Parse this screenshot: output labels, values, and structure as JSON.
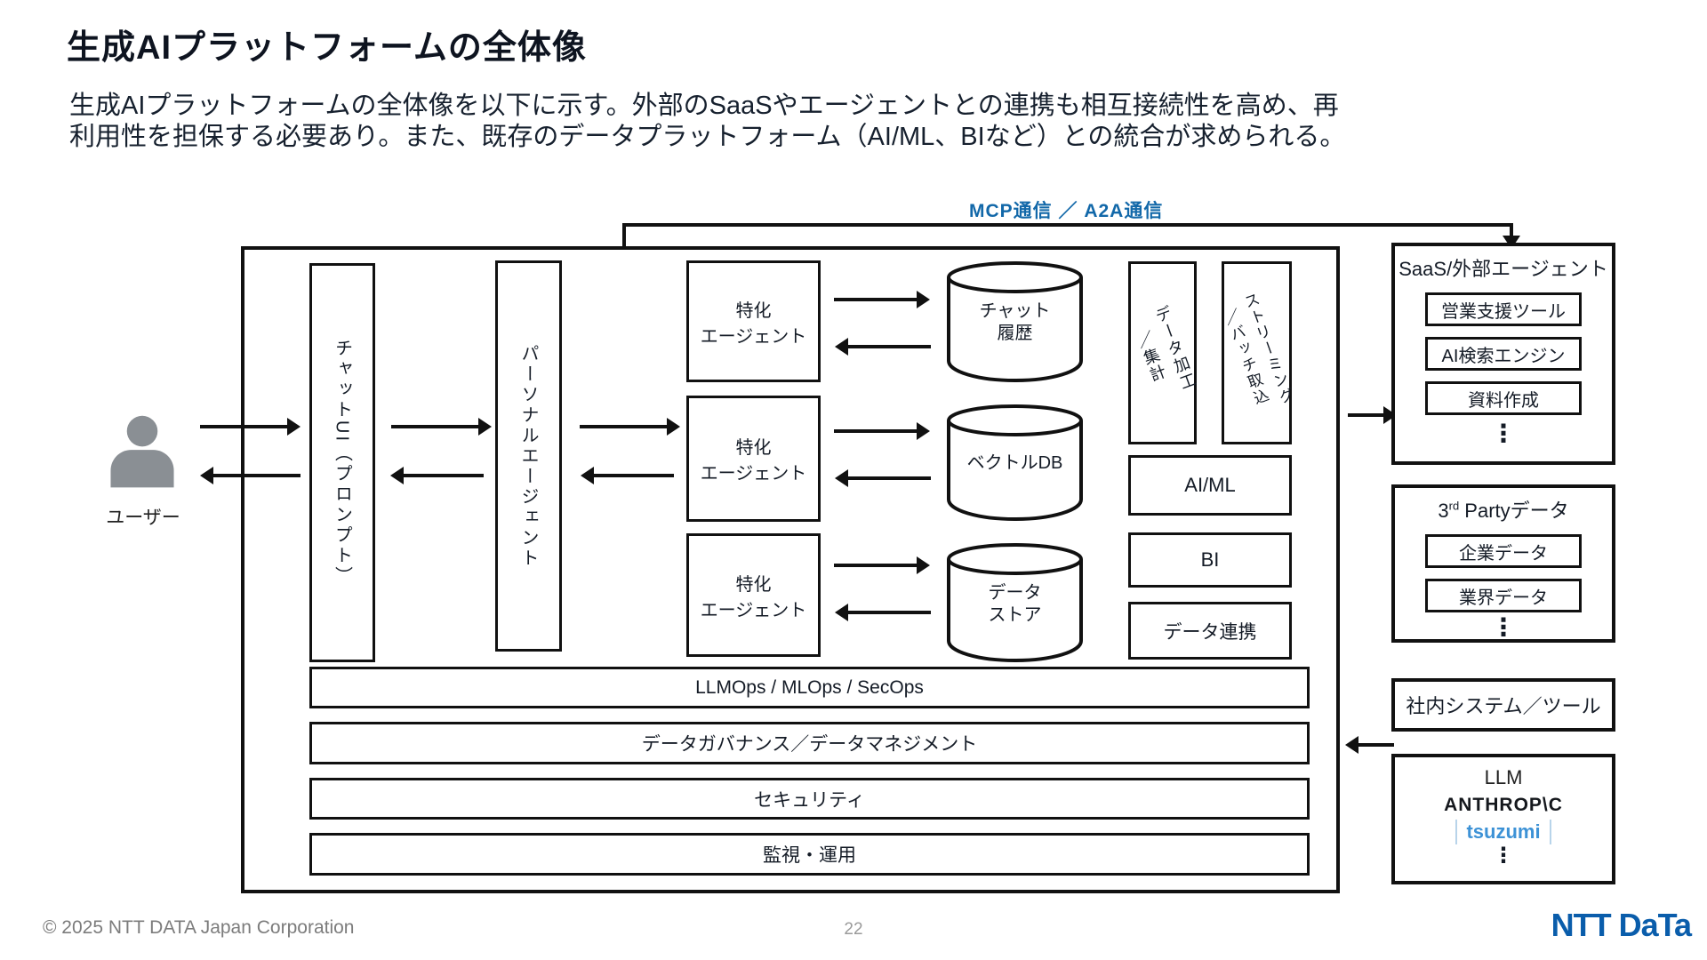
{
  "slide": {
    "title": "生成AIプラットフォームの全体像",
    "description": "生成AIプラットフォームの全体像を以下に示す。外部のSaaSやエージェントとの連携も相互接続性を高め、再利用性を担保する必要あり。また、既存のデータプラットフォーム（AI/ML、BIなど）との統合が求められる。",
    "footer": {
      "copyright": "© 2025 NTT DATA Japan Corporation",
      "page_number": "22",
      "logo_text": "NTT DaTa"
    }
  },
  "diagram": {
    "connector_label": "MCP通信 ／ A2A通信",
    "user_label": "ユーザー",
    "chat_ui_label": "チャットUI（プロンプト）",
    "personal_agent_label": "パーソナルエージェント",
    "specialized_agents": [
      "特化\nエージェント",
      "特化\nエージェント",
      "特化\nエージェント"
    ],
    "datastores": [
      "チャット\n履歴",
      "ベクトルDB",
      "データ\nストア"
    ],
    "ingest_boxes": [
      "データ加工\n／集計",
      "ストリーミング\n／バッチ取込"
    ],
    "platform_services": [
      "AI/ML",
      "BI",
      "データ連携"
    ],
    "foundation_bars": [
      "LLMOps / MLOps / SecOps",
      "データガバナンス／データマネジメント",
      "セキュリティ",
      "監視・運用"
    ],
    "external": {
      "saas": {
        "title": "SaaS/外部エージェント",
        "items": [
          "営業支援ツール",
          "AI検索エンジン",
          "資料作成"
        ],
        "more": "⋮"
      },
      "third_party": {
        "title_base": "3",
        "title_sup": "rd",
        "title_rest": " Partyデータ",
        "items": [
          "企業データ",
          "業界データ"
        ],
        "more": "⋮"
      },
      "internal_systems_label": "社内システム／ツール",
      "llm": {
        "title": "LLM",
        "vendor_1": "ANTHROP\\C",
        "vendor_2": "tsuzumi",
        "more": "⋮"
      }
    },
    "colors": {
      "connector_blue": "#1268a9",
      "line_black": "#111111",
      "tsuzumi_blue": "#3d92d6",
      "logo_blue": "#0a5dab"
    }
  }
}
